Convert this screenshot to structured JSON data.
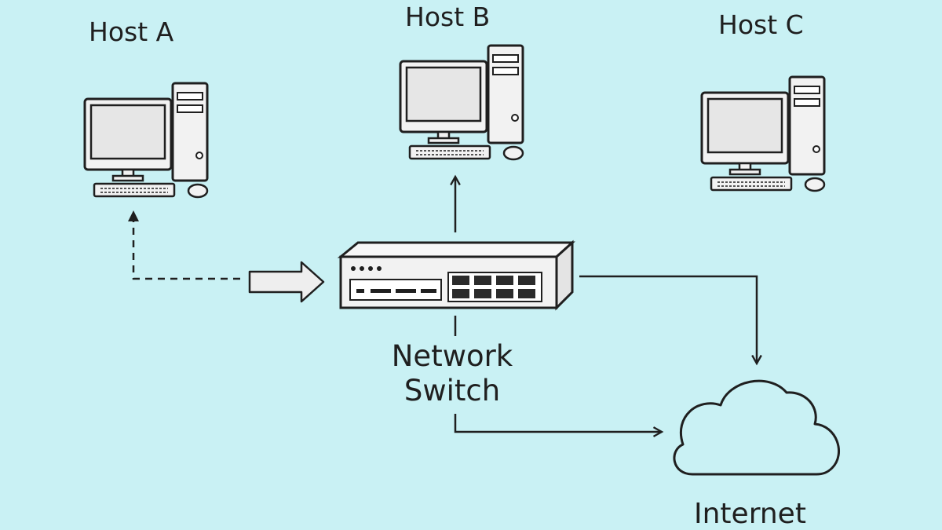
{
  "hosts": [
    {
      "label": "Host A"
    },
    {
      "label": "Host B"
    },
    {
      "label": "Host C"
    }
  ],
  "switch": {
    "label_line1": "Network",
    "label_line2": "Switch"
  },
  "internet": {
    "label": "Internet"
  },
  "colors": {
    "background": "#c9f1f4",
    "stroke": "#1f1f1f",
    "fill_light": "#f2f2f2",
    "screen": "#e6e6e6"
  }
}
